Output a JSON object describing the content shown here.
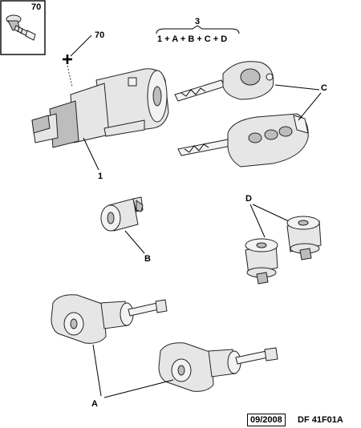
{
  "labels": {
    "inset_ref": "70",
    "screw_ref": "70",
    "assembly_ref": "3",
    "assembly_formula": "1 + A + B + C + D",
    "lock_barrel_ref": "1",
    "keys_ref": "C",
    "boot_lock_ref": "B",
    "door_cylinders_ref": "D",
    "door_locks_ref": "A"
  },
  "footer": {
    "date": "09/2008",
    "code": "DF 41F01A"
  }
}
